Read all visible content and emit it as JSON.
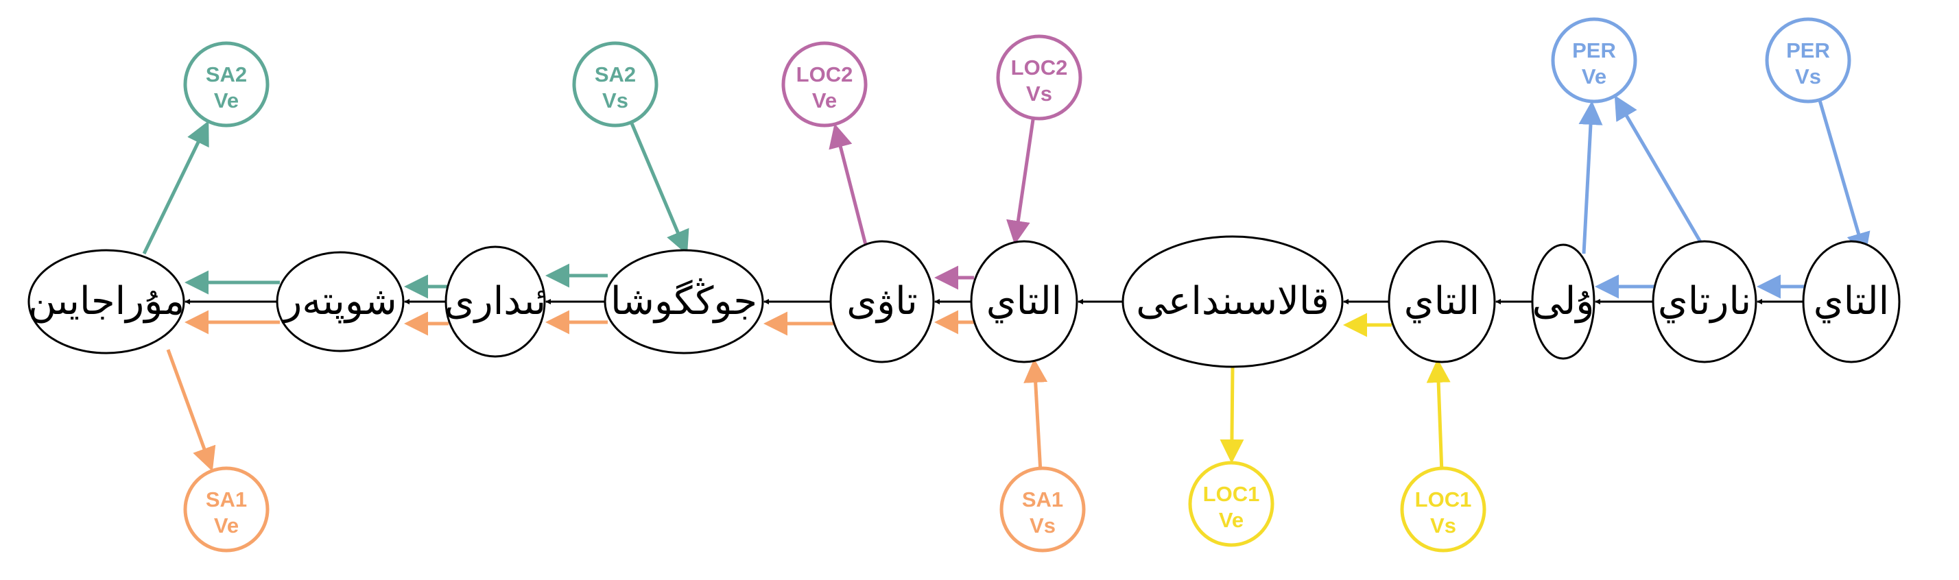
{
  "colors": {
    "black": "#000000",
    "SA2": "#5fa897",
    "SA1": "#f6a36a",
    "LOC2": "#b96aa5",
    "LOC1": "#f5dc2a",
    "PER": "#7aa4e3"
  },
  "tokens": [
    {
      "id": "t1",
      "text": "مۇراجايىن"
    },
    {
      "id": "t2",
      "text": "شوپتەر"
    },
    {
      "id": "t3",
      "text": "ئىدارى"
    },
    {
      "id": "t4",
      "text": "جوڭگوشا"
    },
    {
      "id": "t5",
      "text": "تاۋى"
    },
    {
      "id": "t6",
      "text": "التاي"
    },
    {
      "id": "t7",
      "text": "قالاسىنداعى"
    },
    {
      "id": "t8",
      "text": "التاي"
    },
    {
      "id": "t9",
      "text": "ۇلى"
    },
    {
      "id": "t10",
      "text": "نارتاي"
    },
    {
      "id": "t11",
      "text": "التاي"
    }
  ],
  "labels": [
    {
      "id": "sa2-ve",
      "tag": "SA2",
      "role": "Ve"
    },
    {
      "id": "sa2-vs",
      "tag": "SA2",
      "role": "Vs"
    },
    {
      "id": "loc2-ve",
      "tag": "LOC2",
      "role": "Ve"
    },
    {
      "id": "loc2-vs",
      "tag": "LOC2",
      "role": "Vs"
    },
    {
      "id": "per-ve",
      "tag": "PER",
      "role": "Ve"
    },
    {
      "id": "per-vs",
      "tag": "PER",
      "role": "Vs"
    },
    {
      "id": "sa1-ve",
      "tag": "SA1",
      "role": "Ve"
    },
    {
      "id": "sa1-vs",
      "tag": "SA1",
      "role": "Vs"
    },
    {
      "id": "loc1-ve",
      "tag": "LOC1",
      "role": "Ve"
    },
    {
      "id": "loc1-vs",
      "tag": "LOC1",
      "role": "Vs"
    }
  ]
}
